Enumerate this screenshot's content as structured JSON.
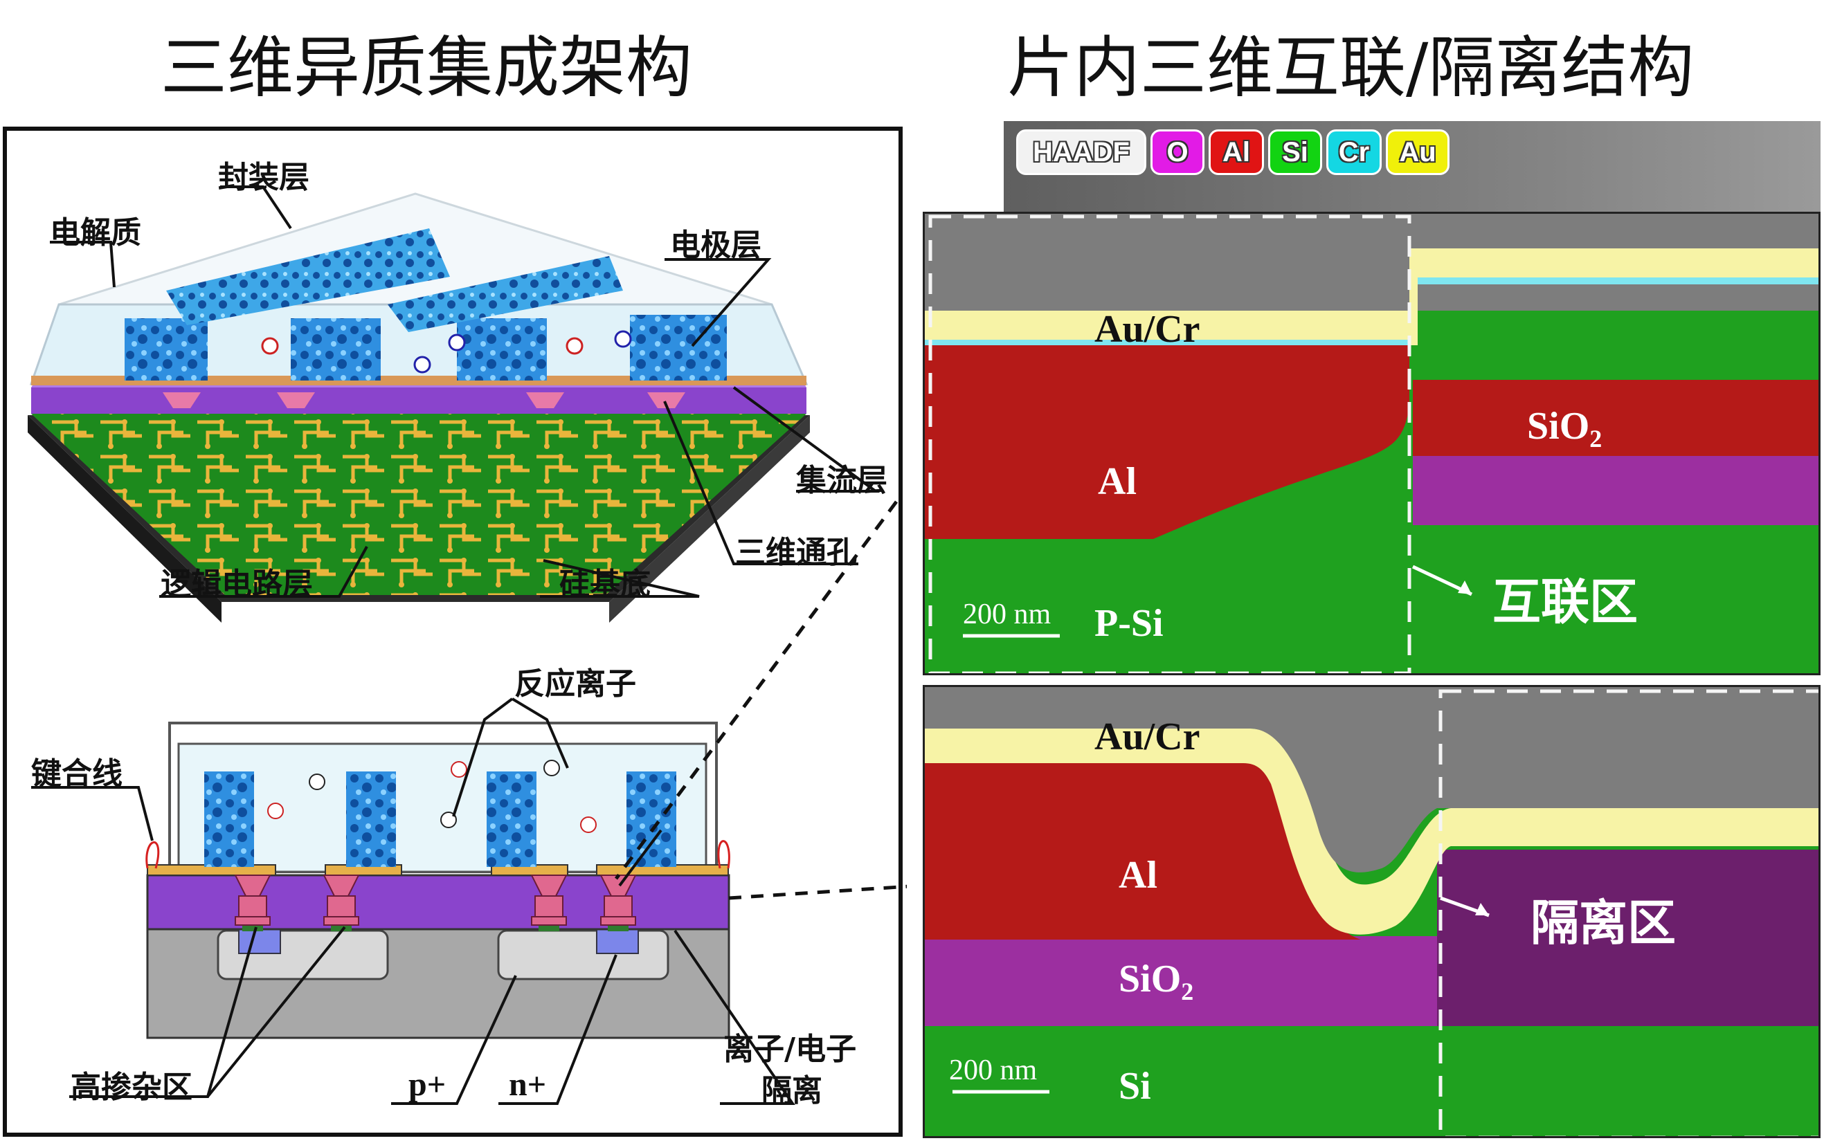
{
  "titles": {
    "left": "三维异质集成架构",
    "right": "片内三维互联/隔离结构"
  },
  "schematic_labels": {
    "encapsulation": "封装层",
    "electrolyte": "电解质",
    "electrode": "电极层",
    "collector": "集流层",
    "via3d": "三维通孔",
    "logic": "逻辑电路层",
    "substrate": "硅基底",
    "reactive_ions": "反应离子",
    "bond_wire": "键合线",
    "doped_region": "高掺杂区",
    "p_plus": "p+",
    "n_plus": "n+",
    "isolation_line1": "离子/电子",
    "isolation_line2": "隔离"
  },
  "legend": [
    {
      "label": "HAADF",
      "color": "#f2f2f2"
    },
    {
      "label": "O",
      "color": "#e21be6"
    },
    {
      "label": "Al",
      "color": "#e01414"
    },
    {
      "label": "Si",
      "color": "#12d312"
    },
    {
      "label": "Cr",
      "color": "#14d7e3"
    },
    {
      "label": "Au",
      "color": "#f0f00a"
    }
  ],
  "top_map": {
    "au_cr": "Au/Cr",
    "al": "Al",
    "sio2": "SiO",
    "sio2_sub": "2",
    "psi": "P-Si",
    "scale": "200 nm",
    "zone": "互联区"
  },
  "bottom_map": {
    "au_cr": "Au/Cr",
    "al": "Al",
    "sio2": "SiO",
    "sio2_sub": "2",
    "si": "Si",
    "scale": "200 nm",
    "zone": "隔离区"
  },
  "colors": {
    "gold": "#f7f3a6",
    "al_red": "#b01818",
    "si_green": "#1fa11f",
    "sio2_purple": "#9c2fa0",
    "haadf_gray": "#7a7a7a",
    "pcb_green": "#1f8c1f",
    "purple_layer": "#8a44cc"
  }
}
